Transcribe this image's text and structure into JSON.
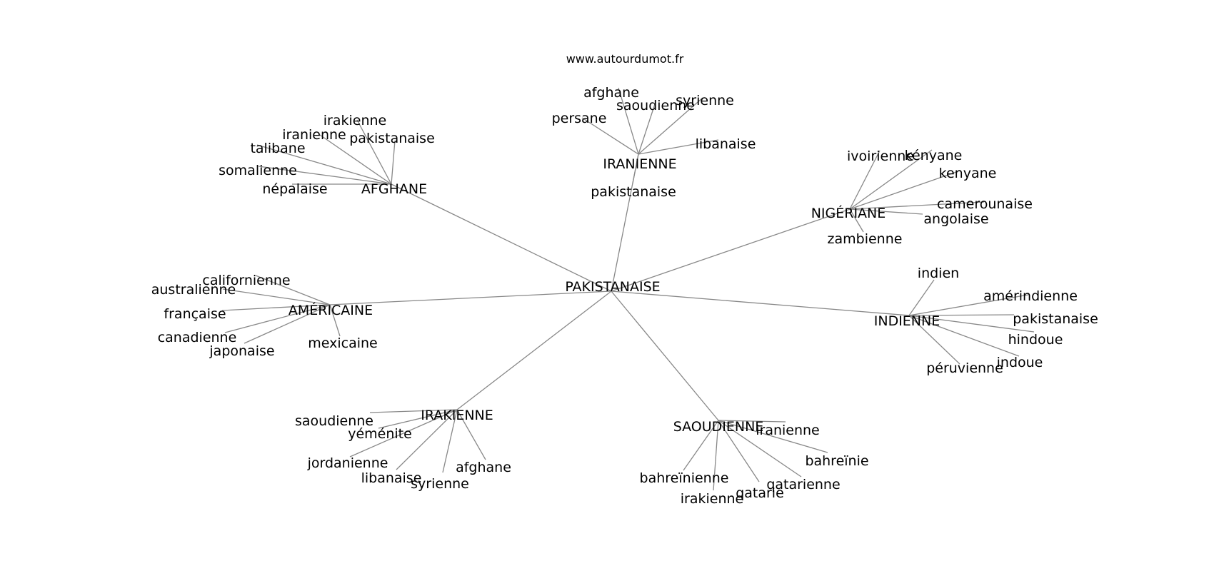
{
  "source": "www.autourdumot.fr",
  "center": "PAKISTANAISE",
  "hubs": [
    {
      "id": "afghane",
      "label": "AFGHANE",
      "leaves": [
        "irakienne",
        "iranienne",
        "pakistanaise",
        "talibane",
        "somalienne",
        "népalaise"
      ]
    },
    {
      "id": "iranienne",
      "label": "IRANIENNE",
      "leaves": [
        "afghane",
        "saoudienne",
        "syrienne",
        "persane",
        "libanaise",
        "pakistanaise"
      ]
    },
    {
      "id": "nigeriane",
      "label": "NIGÉRIANE",
      "leaves": [
        "ivoirienne",
        "kényane",
        "kenyane",
        "camerounaise",
        "angolaise",
        "zambienne"
      ]
    },
    {
      "id": "indienne",
      "label": "INDIENNE",
      "leaves": [
        "indien",
        "amérindienne",
        "pakistanaise",
        "hindoue",
        "indoue",
        "péruvienne"
      ]
    },
    {
      "id": "saoudienne",
      "label": "SAOUDIENNE",
      "leaves": [
        "iranienne",
        "bahreïnie",
        "qatarienne",
        "qatarie",
        "irakienne",
        "bahreïnienne"
      ]
    },
    {
      "id": "irakienne",
      "label": "IRAKIENNE",
      "leaves": [
        "saoudienne",
        "yéménite",
        "jordanienne",
        "libanaise",
        "syrienne",
        "afghane"
      ]
    },
    {
      "id": "americaine",
      "label": "AMÉRICAINE",
      "leaves": [
        "californienne",
        "australienne",
        "française",
        "canadienne",
        "japonaise",
        "mexicaine"
      ]
    }
  ]
}
